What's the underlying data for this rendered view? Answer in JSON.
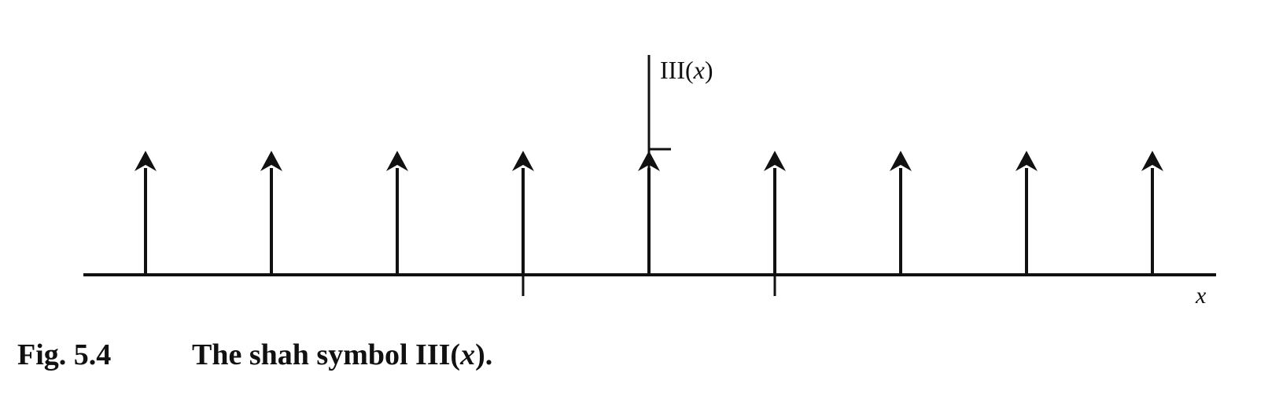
{
  "diagram": {
    "function_label_prefix": "III(",
    "function_label_var": "x",
    "function_label_suffix": ")",
    "axis_label": "x",
    "impulse_count": 9,
    "impulse_center_index": 4,
    "colors": {
      "ink": "#111111",
      "background": "#ffffff"
    }
  },
  "caption": {
    "label": "Fig. 5.4",
    "text_prefix": "The shah symbol III(",
    "text_var": "x",
    "text_suffix": ")."
  }
}
